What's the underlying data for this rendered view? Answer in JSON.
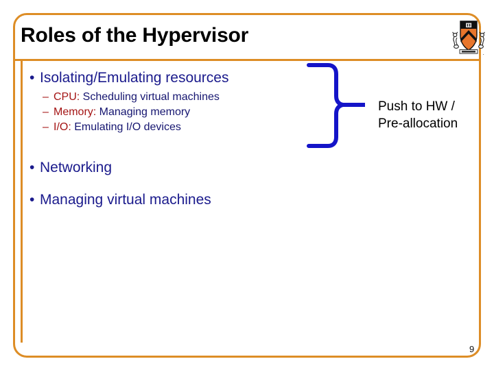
{
  "slide": {
    "title": "Roles of the Hypervisor",
    "page_number": "9",
    "accent_color": "#DD8D26",
    "bullet_color": "#1A1A8C",
    "key_color": "#A41414",
    "brace_color": "#1414C8",
    "logo_name": "princeton-university-shield"
  },
  "bullets": [
    {
      "label": "Isolating/Emulating resources",
      "marker": "•",
      "sub": [
        {
          "marker": "–",
          "key": "CPU:",
          "value": "Scheduling virtual machines"
        },
        {
          "marker": "–",
          "key": "Memory:",
          "value": "Managing memory"
        },
        {
          "marker": "–",
          "key": "I/O:",
          "value": "Emulating I/O devices"
        }
      ]
    },
    {
      "label": "Networking",
      "marker": "•",
      "sub": []
    },
    {
      "label": "Managing virtual machines",
      "marker": "•",
      "sub": []
    }
  ],
  "annotation": {
    "line1": "Push to HW /",
    "line2": "Pre-allocation"
  }
}
